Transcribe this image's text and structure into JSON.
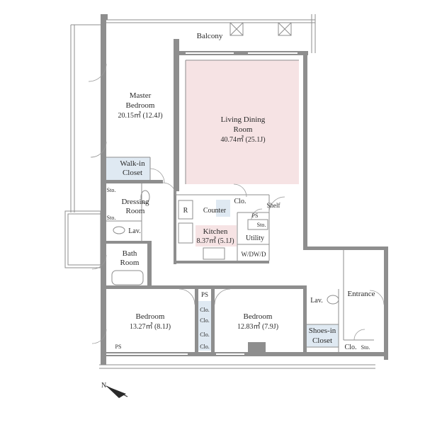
{
  "colors": {
    "living_fill": "#f6e3e4",
    "closet_fill": "#dfe9f2",
    "wall": "#8e8e8e"
  },
  "rooms": {
    "balcony": "Balcony",
    "master_line1": "Master",
    "master_line2": "Bedroom",
    "master_area": "20.15㎡ (12.4J)",
    "living_line1": "Living Dining",
    "living_line2": "Room",
    "living_area": "40.74㎡ (25.1J)",
    "walkin_line1": "Walk-in",
    "walkin_line2": "Closet",
    "dressing_line1": "Dressing",
    "dressing_line2": "Room",
    "lav1": "Lav.",
    "bath_line1": "Bath",
    "bath_line2": "Room",
    "kitchen": "Kitchen",
    "kitchen_area": "8.37㎡ (5.1J)",
    "counter": "Counter",
    "clo_kitchen": "Clo.",
    "shelf": "Shelf",
    "ps_utility": "PS",
    "sto_utility": "Sto.",
    "utility": "Utility",
    "wdwd": "W/DW/D",
    "refrigerator": "R",
    "bedroom1": "Bedroom",
    "bedroom1_area": "13.27㎡ (8.1J)",
    "bedroom2": "Bedroom",
    "bedroom2_area": "12.83㎡ (7.9J)",
    "ps_hall": "PS",
    "clo_hall": [
      "Clo.",
      "Clo.",
      "Clo.",
      "Clo."
    ],
    "ps_bed1": "PS",
    "sto_master": "Sto.",
    "sto_dressing": "Sto.",
    "entrance": "Entrance",
    "lav2": "Lav.",
    "shoes_line1": "Shoes-in",
    "shoes_line2": "Closet",
    "clo_entrance": "Clo.",
    "sto_entrance": "Sto."
  },
  "compass": {
    "label": "N"
  }
}
